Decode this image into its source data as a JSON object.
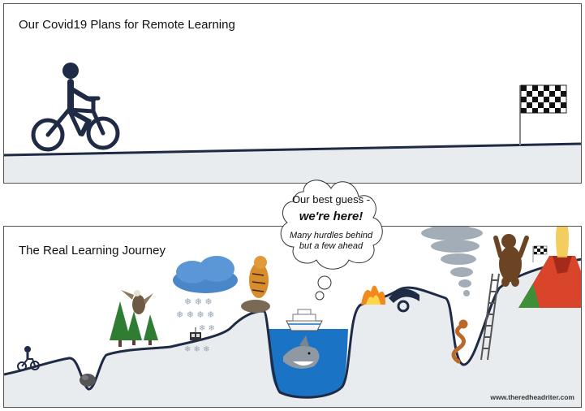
{
  "top_panel": {
    "title": "Our Covid19 Plans for Remote Learning"
  },
  "bottom_panel": {
    "title": "The Real Learning Journey",
    "bubble": {
      "line1": "Our best guess -",
      "line2": "we're here!",
      "line3": "Many hurdles behind but a few ahead"
    },
    "watermark": "www.theredheadriter.com"
  },
  "colors": {
    "cyclist": "#1f2a44",
    "track": "#1f2a44",
    "ground": "#e9ecef",
    "water": "#1a73c4",
    "lava": "#d9452b"
  },
  "icons": [
    "cyclist-icon",
    "checkered-flag-icon",
    "pine-tree-icon",
    "bird-icon",
    "snow-cloud-icon",
    "cable-car-icon",
    "tiger-icon",
    "cruise-ship-icon",
    "shark-icon",
    "fire-icon",
    "tornado-icon",
    "ladder-icon",
    "snake-icon",
    "bear-icon",
    "volcano-icon",
    "boulder-icon"
  ]
}
